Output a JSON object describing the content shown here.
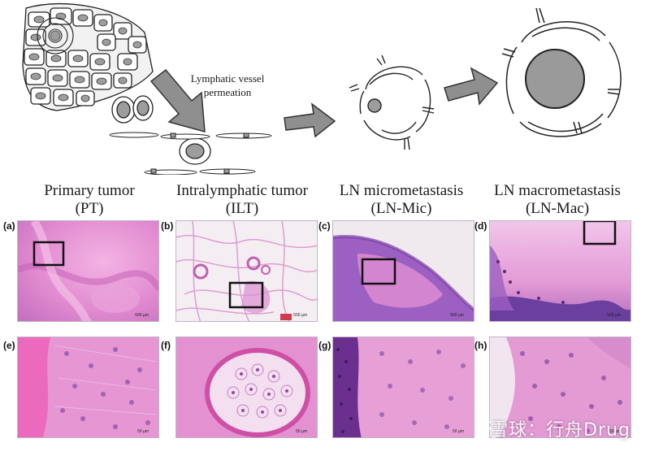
{
  "diagram": {
    "annotation_line1": "Lymphatic vessel",
    "annotation_line2": "permeation"
  },
  "stages": [
    {
      "name": "Primary tumor",
      "abbr": "(PT)"
    },
    {
      "name": "Intralymphatic tumor",
      "abbr": "(ILT)"
    },
    {
      "name": "LN micrometastasis",
      "abbr": "(LN-Mic)"
    },
    {
      "name": "LN macrometastasis",
      "abbr": "(LN-Mac)"
    }
  ],
  "panels": [
    {
      "label": "(a)",
      "scale": "500 µm"
    },
    {
      "label": "(b)",
      "scale": "500 µm"
    },
    {
      "label": "(c)",
      "scale": "500 µm"
    },
    {
      "label": "(d)",
      "scale": "500 µm"
    },
    {
      "label": "(e)",
      "scale": "50 µm"
    },
    {
      "label": "(f)",
      "scale": "50 µm"
    },
    {
      "label": "(g)",
      "scale": "50 µm"
    },
    {
      "label": "(h)",
      "scale": "50 µm"
    }
  ],
  "watermark": "雪球：行舟Drug",
  "colors": {
    "tissue_pink": "#e58fd0",
    "tissue_purple": "#8a4fb3",
    "background_pale": "#f3eef3",
    "cell_gray": "#9a9a9a",
    "arrow_gray": "#8f8f8f"
  }
}
